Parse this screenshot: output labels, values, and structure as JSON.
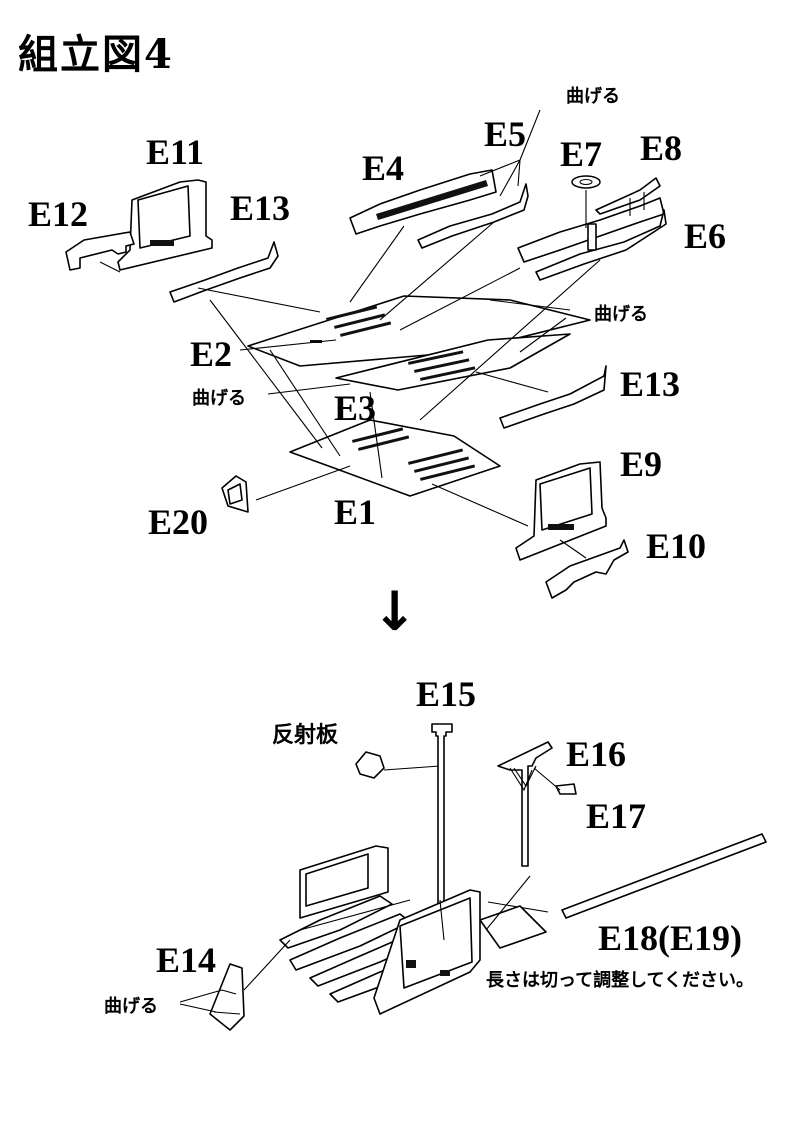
{
  "title": "組立図4",
  "labels": {
    "E1": "E1",
    "E2": "E2",
    "E3": "E3",
    "E4": "E4",
    "E5": "E5",
    "E6": "E6",
    "E7": "E7",
    "E8": "E8",
    "E9": "E9",
    "E10": "E10",
    "E11": "E11",
    "E12": "E12",
    "E13a": "E13",
    "E13b": "E13",
    "E14": "E14",
    "E15": "E15",
    "E16": "E16",
    "E17": "E17",
    "E18": "E18(E19)",
    "E20": "E20"
  },
  "notes": {
    "bend_top": "曲げる",
    "bend_right": "曲げる",
    "bend_left": "曲げる",
    "bend_bottom": "曲げる",
    "reflector": "反射板",
    "trim_note": "長さは切って調整してください。"
  },
  "arrow": "↓"
}
